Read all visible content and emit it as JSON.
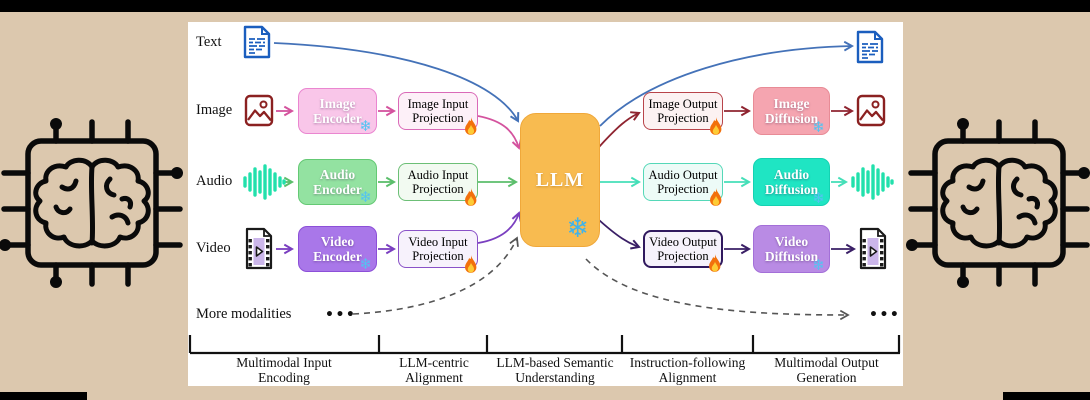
{
  "modalities": {
    "text": "Text",
    "image": "Image",
    "audio": "Audio",
    "video": "Video",
    "more": "More modalities",
    "ellipsis": "•••"
  },
  "blocks": {
    "image_encoder": {
      "line1": "Image",
      "line2": "Encoder"
    },
    "audio_encoder": {
      "line1": "Audio",
      "line2": "Encoder"
    },
    "video_encoder": {
      "line1": "Video",
      "line2": "Encoder"
    },
    "image_input_proj": {
      "line1": "Image Input",
      "line2": "Projection"
    },
    "audio_input_proj": {
      "line1": "Audio Input",
      "line2": "Projection"
    },
    "video_input_proj": {
      "line1": "Video Input",
      "line2": "Projection"
    },
    "llm": {
      "label": "LLM"
    },
    "image_output_proj": {
      "line1": "Image Output",
      "line2": "Projection"
    },
    "audio_output_proj": {
      "line1": "Audio Output",
      "line2": "Projection"
    },
    "video_output_proj": {
      "line1": "Video Output",
      "line2": "Projection"
    },
    "image_diffusion": {
      "line1": "Image",
      "line2": "Diffusion"
    },
    "audio_diffusion": {
      "line1": "Audio",
      "line2": "Diffusion"
    },
    "video_diffusion": {
      "line1": "Video",
      "line2": "Diffusion"
    }
  },
  "stages": [
    {
      "line1": "Multimodal Input",
      "line2": "Encoding"
    },
    {
      "line1": "LLM-centric",
      "line2": "Alignment"
    },
    {
      "line1": "LLM-based Semantic",
      "line2": "Understanding"
    },
    {
      "line1": "Instruction-following",
      "line2": "Alignment"
    },
    {
      "line1": "Multimodal Output",
      "line2": "Generation"
    }
  ],
  "icons": {
    "snowflake": "❄",
    "fire": "flame",
    "brain_chip": "brain-on-chip",
    "text_document": "text-document",
    "image_picture": "picture-frame",
    "audio_waveform": "waveform",
    "video_filmstrip": "filmstrip"
  },
  "palette": {
    "background_tan": "#dcc8ae",
    "panel_white": "#ffffff",
    "frame_black": "#000000",
    "text_blue": "#1b5ebe",
    "text_arrow_blue": "#4472b8",
    "image_pink": "#d4539e",
    "image_encoder_fill": "#f9c6e9",
    "audio_green": "#5bbe6b",
    "audio_encoder_fill": "#93e2a1",
    "video_purple": "#7a3fc0",
    "video_encoder_fill": "#a977e9",
    "llm_orange": "#f8bb50",
    "image_output_red": "#8f2430",
    "image_diffusion_fill": "#f5a5b0",
    "audio_teal": "#45dfb8",
    "audio_diffusion_fill": "#1fe5c3",
    "video_output_purple": "#3a1f66",
    "video_diffusion_fill": "#b98be4",
    "snowflake_blue": "#54c3f1",
    "dashed_gray": "#555555"
  }
}
